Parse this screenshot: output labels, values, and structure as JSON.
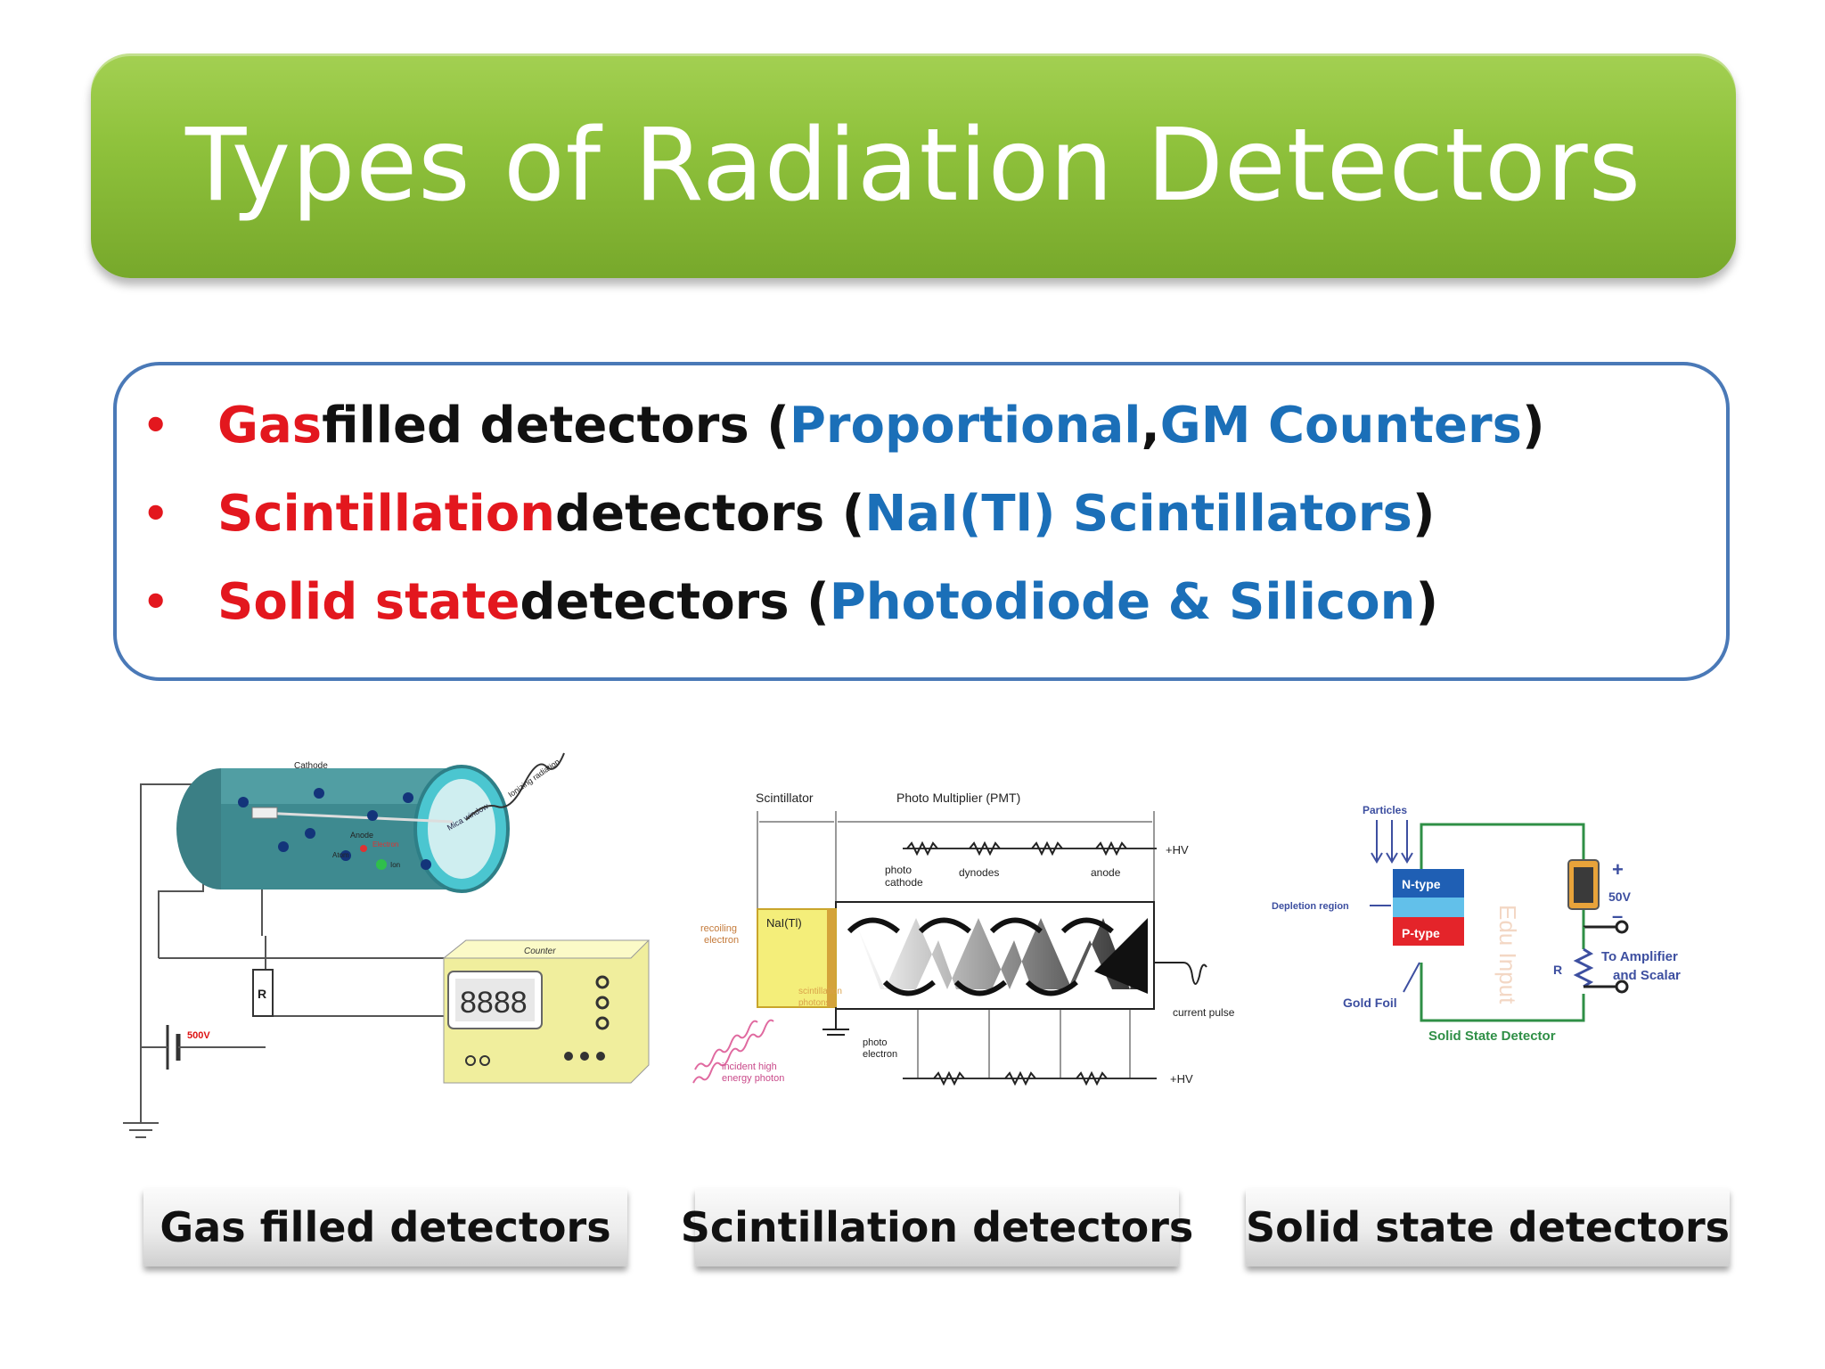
{
  "slide": {
    "title": "Types of Radiation Detectors",
    "items": [
      {
        "bullet": "•",
        "term": "Gas",
        "text": " filled detectors (",
        "ex1": "Proportional",
        "sep": ", ",
        "ex2": "GM Counters",
        "close": ")"
      },
      {
        "bullet": "•",
        "term": "Scintillation",
        "text": " detectors (",
        "ex1": "NaI(Tl) Scintillators",
        "close": ")"
      },
      {
        "bullet": "•",
        "term": "Solid state",
        "text": " detectors (",
        "ex1": "Photodiode & Silicon",
        "close": ")"
      }
    ],
    "captions": [
      "Gas filled detectors",
      "Scintillation detectors",
      "Solid state detectors"
    ],
    "colors": {
      "banner": "#8fc23c",
      "term": "#e3171e",
      "example": "#1b6fb8",
      "box_border": "#4a79b7"
    }
  },
  "diagram_gas": {
    "cathode": "Cathode",
    "window": "Mica window",
    "ionizing": "Ionizing radiation",
    "anode": "Anode",
    "electron": "Electron",
    "atom": "Atom",
    "ion": "Ion",
    "counter": "Counter",
    "display": "8888",
    "resistor": "R",
    "voltage": "500V"
  },
  "diagram_scint": {
    "scintillator": "Scintillator",
    "pmt": "Photo Multiplier (PMT)",
    "hv_top": "+HV",
    "hv_bottom": "+HV",
    "photocathode1": "photo",
    "photocathode2": "cathode",
    "dynodes": "dynodes",
    "anode": "anode",
    "crystal": "NaI(Tl)",
    "recoil1": "recoiling",
    "recoil2": "electron",
    "photons1": "scintillation",
    "photons2": "photons",
    "incident1": "incident high",
    "incident2": "energy photon",
    "photoelectron1": "photo",
    "photoelectron2": "electron",
    "pulse": "current pulse"
  },
  "diagram_solid": {
    "particles": "Particles",
    "ntype": "N-type",
    "ptype": "P-type",
    "depletion": "Depletion region",
    "foil": "Gold Foil",
    "voltage": "50V",
    "plus": "+",
    "minus": "–",
    "resistor": "R",
    "amp1": "To Amplifier",
    "amp2": "and Scalar",
    "footer": "Solid State Detector",
    "watermark": "Edu Input"
  }
}
